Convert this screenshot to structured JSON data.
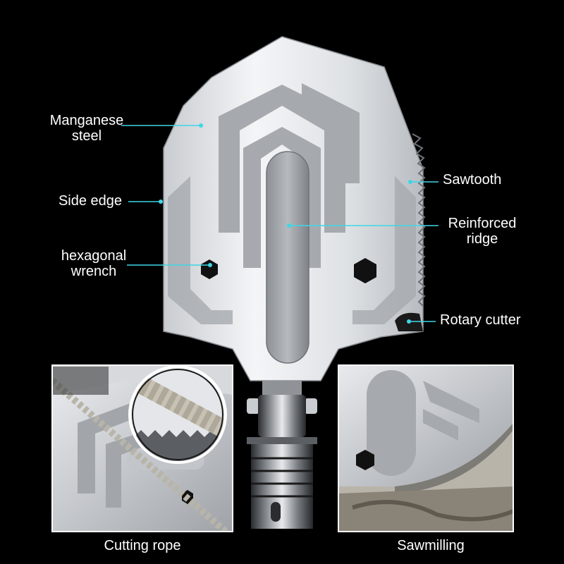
{
  "callouts": {
    "manganese_steel": [
      "Manganese",
      "steel"
    ],
    "side_edge": "Side edge",
    "hexagonal_wrench": [
      "hexagonal",
      "wrench"
    ],
    "sawtooth": "Sawtooth",
    "reinforced_ridge": [
      "Reinforced",
      "ridge"
    ],
    "rotary_cutter": "Rotary cutter"
  },
  "captions": {
    "cutting_rope": "Cutting rope",
    "sawmilling": "Sawmilling"
  },
  "colors": {
    "background": "#000000",
    "callout_line": "#3fd6e6",
    "steel_light": "#e9ebee",
    "steel_mid": "#a6aaaf",
    "steel_dark": "#5b5f64"
  }
}
